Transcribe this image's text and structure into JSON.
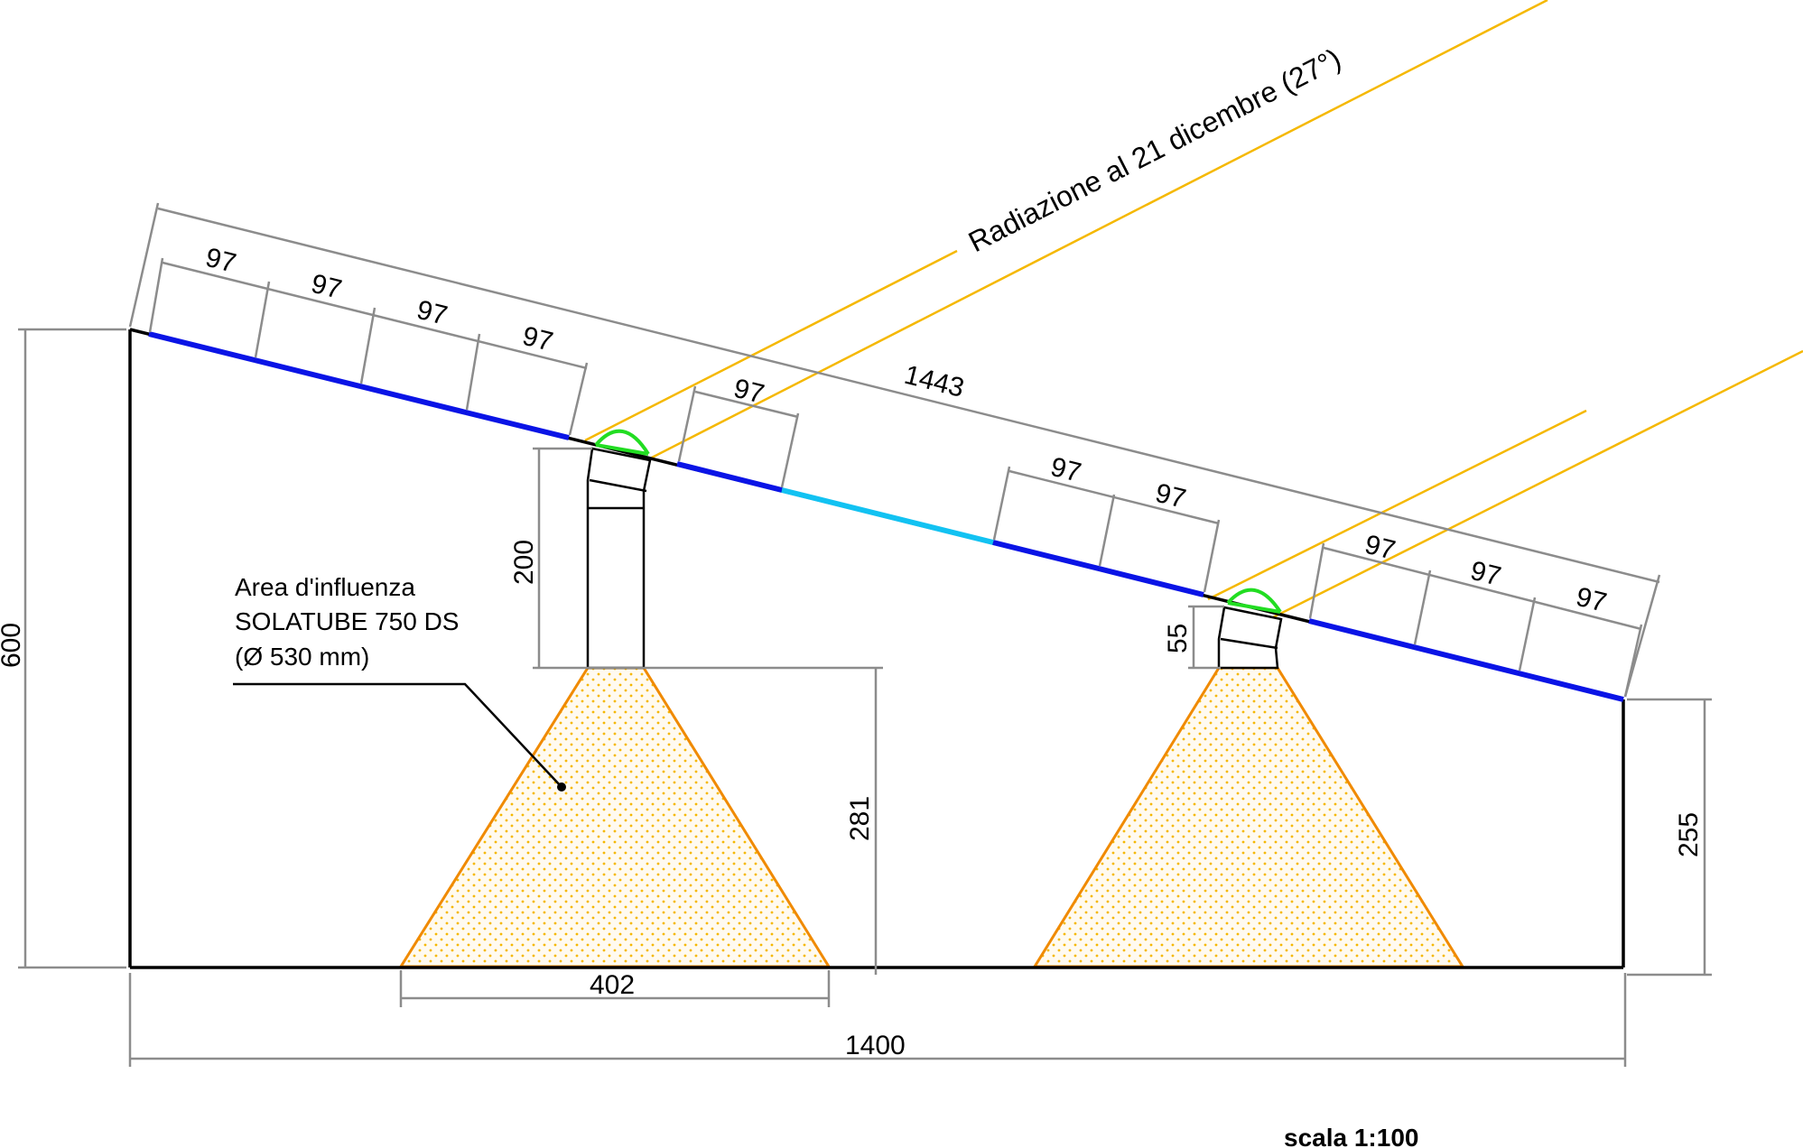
{
  "title": "Radiazione al 21 dicembre (27°)",
  "annotation": {
    "line1": "Area d'influenza",
    "line2": "SOLATUBE 750 DS",
    "line3": "(Ø 530 mm)"
  },
  "scale_label": "scala 1:100",
  "dimensions": {
    "roof_length": "1443",
    "building_width": "1400",
    "left_height": "600",
    "right_height": "255",
    "tube1_height": "200",
    "tube2_height": "55",
    "cone_height": "281",
    "cone_base": "402",
    "panel_width": "97"
  },
  "colors": {
    "panel": "#0a14e6",
    "panel_light": "#12c2f2",
    "sun_ray": "#f5b800",
    "cone": "#f08a00",
    "dome": "#22dd22",
    "dimension_line": "#8c8c8c"
  }
}
